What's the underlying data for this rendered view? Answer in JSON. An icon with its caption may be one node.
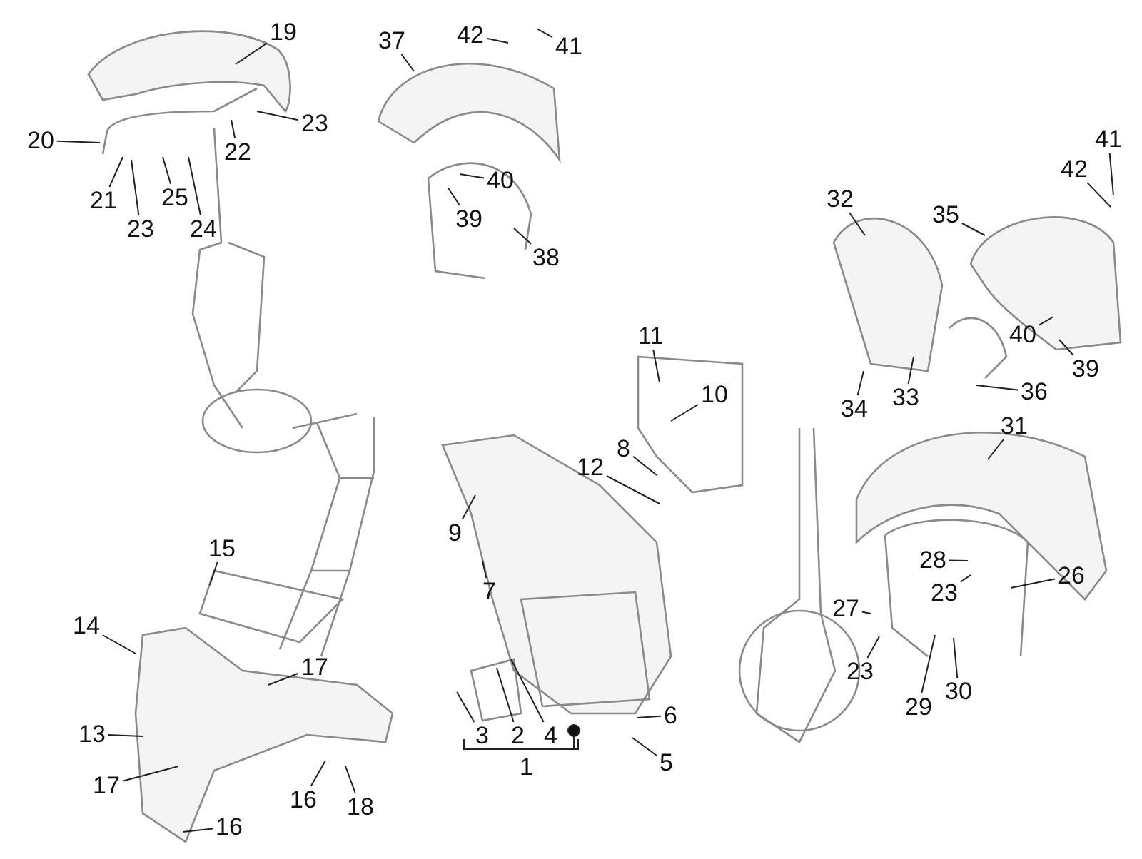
{
  "diagram": {
    "nodes": [
      {
        "text": [
          "19"
        ]
      },
      {
        "text": [
          "20"
        ]
      },
      {
        "text": [
          "21"
        ]
      },
      {
        "text": [
          "23"
        ]
      },
      {
        "text": [
          "22"
        ]
      },
      {
        "text": [
          "23"
        ]
      },
      {
        "text": [
          "25"
        ]
      },
      {
        "text": [
          "24"
        ]
      },
      {
        "text": [
          "37"
        ]
      },
      {
        "text": [
          "42"
        ]
      },
      {
        "text": [
          "41"
        ]
      },
      {
        "text": [
          "40"
        ]
      },
      {
        "text": [
          "39"
        ]
      },
      {
        "text": [
          "38"
        ]
      },
      {
        "text": [
          "32"
        ]
      },
      {
        "text": [
          "35"
        ]
      },
      {
        "text": [
          "41"
        ]
      },
      {
        "text": [
          "42"
        ]
      },
      {
        "text": [
          "40"
        ]
      },
      {
        "text": [
          "39"
        ]
      },
      {
        "text": [
          "36"
        ]
      },
      {
        "text": [
          "33"
        ]
      },
      {
        "text": [
          "34"
        ]
      },
      {
        "text": [
          "11"
        ]
      },
      {
        "text": [
          "10"
        ]
      },
      {
        "text": [
          "8"
        ]
      },
      {
        "text": [
          "12"
        ]
      },
      {
        "text": [
          "9"
        ]
      },
      {
        "text": [
          "7"
        ]
      },
      {
        "text": [
          "31"
        ]
      },
      {
        "text": [
          "26"
        ]
      },
      {
        "text": [
          "28"
        ]
      },
      {
        "text": [
          "23"
        ]
      },
      {
        "text": [
          "27"
        ]
      },
      {
        "text": [
          "23"
        ]
      },
      {
        "text": [
          "29"
        ]
      },
      {
        "text": [
          "30"
        ]
      },
      {
        "text": [
          "6"
        ]
      },
      {
        "text": [
          "5"
        ]
      },
      {
        "text": [
          "3"
        ]
      },
      {
        "text": [
          "2"
        ]
      },
      {
        "text": [
          "4"
        ]
      },
      {
        "text": [
          "15"
        ]
      },
      {
        "text": [
          "14"
        ]
      },
      {
        "text": [
          "17"
        ]
      },
      {
        "text": [
          "13"
        ]
      },
      {
        "text": [
          "17"
        ]
      },
      {
        "text": [
          "16"
        ]
      },
      {
        "text": [
          "18"
        ]
      },
      {
        "text": [
          "16"
        ]
      }
    ],
    "edges": [
      {
        "from": 0,
        "to": null,
        "arrow": "none"
      },
      {
        "from": 1,
        "to": null,
        "arrow": "none"
      },
      {
        "from": 2,
        "to": null,
        "arrow": "none"
      },
      {
        "from": 3,
        "to": null,
        "arrow": "none"
      },
      {
        "from": 4,
        "to": null,
        "arrow": "none"
      },
      {
        "from": 5,
        "to": null,
        "arrow": "none"
      },
      {
        "from": 6,
        "to": null,
        "arrow": "none"
      },
      {
        "from": 7,
        "to": null,
        "arrow": "none"
      },
      {
        "from": 8,
        "to": null,
        "arrow": "none"
      },
      {
        "from": 9,
        "to": null,
        "arrow": "none"
      },
      {
        "from": 10,
        "to": null,
        "arrow": "none"
      },
      {
        "from": 11,
        "to": null,
        "arrow": "none"
      },
      {
        "from": 12,
        "to": null,
        "arrow": "none"
      },
      {
        "from": 13,
        "to": null,
        "arrow": "none"
      },
      {
        "from": 14,
        "to": null,
        "arrow": "none"
      },
      {
        "from": 15,
        "to": null,
        "arrow": "none"
      },
      {
        "from": 16,
        "to": null,
        "arrow": "none"
      },
      {
        "from": 17,
        "to": null,
        "arrow": "none"
      },
      {
        "from": 18,
        "to": null,
        "arrow": "none"
      },
      {
        "from": 19,
        "to": null,
        "arrow": "none"
      },
      {
        "from": 20,
        "to": null,
        "arrow": "none"
      },
      {
        "from": 21,
        "to": null,
        "arrow": "none"
      },
      {
        "from": 22,
        "to": null,
        "arrow": "none"
      },
      {
        "from": 23,
        "to": null,
        "arrow": "none"
      },
      {
        "from": 24,
        "to": null,
        "arrow": "none"
      },
      {
        "from": 25,
        "to": null,
        "arrow": "none"
      },
      {
        "from": 26,
        "to": null,
        "arrow": "none"
      },
      {
        "from": 27,
        "to": null,
        "arrow": "none"
      },
      {
        "from": 28,
        "to": null,
        "arrow": "none"
      },
      {
        "from": 29,
        "to": null,
        "arrow": "none"
      },
      {
        "from": 30,
        "to": null,
        "arrow": "none"
      },
      {
        "from": 31,
        "to": null,
        "arrow": "none"
      },
      {
        "from": 32,
        "to": null,
        "arrow": "none"
      },
      {
        "from": 33,
        "to": null,
        "arrow": "none"
      },
      {
        "from": 34,
        "to": null,
        "arrow": "none"
      },
      {
        "from": 35,
        "to": null,
        "arrow": "none"
      },
      {
        "from": 36,
        "to": null,
        "arrow": "none"
      },
      {
        "from": 37,
        "to": null,
        "arrow": "none"
      },
      {
        "from": 38,
        "to": null,
        "arrow": "none"
      },
      {
        "from": 39,
        "to": null,
        "arrow": "none"
      },
      {
        "from": 40,
        "to": null,
        "arrow": "none"
      },
      {
        "from": 41,
        "to": null,
        "arrow": "none"
      },
      {
        "from": 42,
        "to": null,
        "arrow": "none"
      },
      {
        "from": 43,
        "to": null,
        "arrow": "none"
      },
      {
        "from": 44,
        "to": null,
        "arrow": "none"
      },
      {
        "from": 45,
        "to": null,
        "arrow": "none"
      },
      {
        "from": 46,
        "to": null,
        "arrow": "none"
      },
      {
        "from": 47,
        "to": null,
        "arrow": "none"
      },
      {
        "from": 48,
        "to": null,
        "arrow": "none"
      },
      {
        "from": 49,
        "to": null,
        "arrow": "none"
      }
    ],
    "labels": [
      "1"
    ]
  }
}
